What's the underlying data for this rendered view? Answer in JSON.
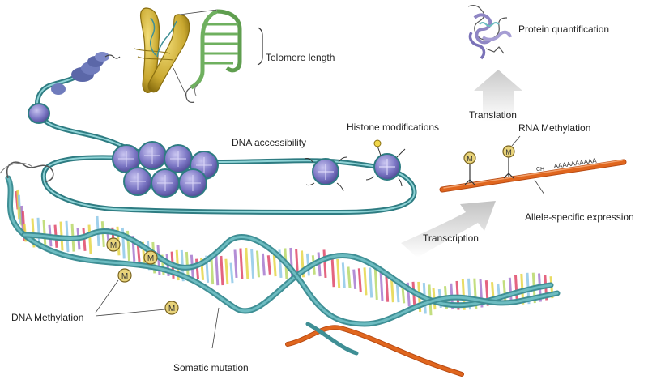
{
  "labels": {
    "telomere": "Telomere length",
    "protein": "Protein quantification",
    "translation": "Translation",
    "rna_methylation": "RNA Methylation",
    "histone": "Histone modifications",
    "dna_access": "DNA accessibility",
    "allele": "Allele-specific expression",
    "transcription": "Transcription",
    "dna_methylation": "DNA Methylation",
    "somatic": "Somatic mutation"
  },
  "methyl_mark": "M",
  "mrna": {
    "cap": "CH",
    "poly_a": "AAAAAAAAAA"
  },
  "colors": {
    "dna_backbone": "#3f8f95",
    "rna_strand": "#e0661e",
    "nucleosome": "#7b76c4",
    "chromosome": "#c9a830",
    "methyl_mark": "#e8d37a",
    "base_pair_palette": [
      "#e04a6a",
      "#e6d64a",
      "#8fc8e8",
      "#b9d96a",
      "#a87bd0"
    ]
  }
}
